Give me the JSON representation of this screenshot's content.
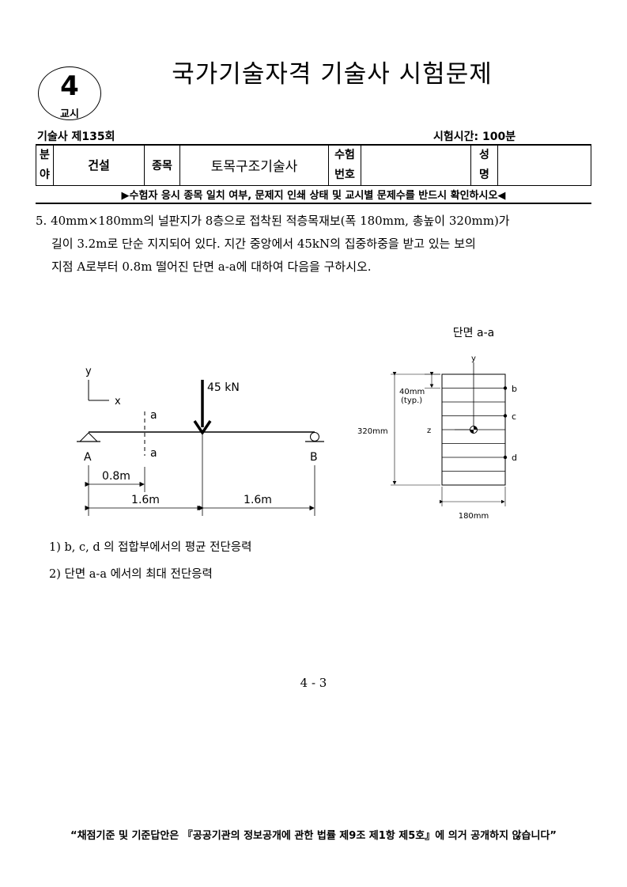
{
  "header": {
    "period_number": "4",
    "period_label": "교시",
    "title": "국가기술자격 기술사 시험문제",
    "exam_round": "기술사   제135회",
    "exam_time": "시험시간: 100분"
  },
  "info_table": {
    "field_label_1": "분",
    "field_label_2": "야",
    "field_value": "건설",
    "category_label": "종목",
    "category_value": "토목구조기술사",
    "examno_label_1": "수험",
    "examno_label_2": "번호",
    "examno_value": "",
    "name_label_1": "성",
    "name_label_2": "명",
    "name_value": ""
  },
  "notice": "▶수험자 응시 종목 일치 여부, 문제지 인쇄 상태 및 교시별 문제수를 반드시 확인하시오◀",
  "question": {
    "line1": "5. 40mm×180mm의 널판지가 8층으로 접착된 적층목재보(폭 180mm, 총높이 320mm)가",
    "line2": "길이 3.2m로 단순 지지되어 있다. 지간 중앙에서 45kN의 집중하중을 받고 있는 보의",
    "line3": "지점 A로부터 0.8m 떨어진 단면 a-a에 대하여 다음을 구하시오."
  },
  "figure": {
    "section_title": "단면 a-a",
    "load_label": "45 kN",
    "axis_y": "y",
    "axis_x": "x",
    "section_mark": "a",
    "support_a": "A",
    "support_b": "B",
    "dim_08": "0.8m",
    "dim_16_left": "1.6m",
    "dim_16_right": "1.6m",
    "sec_axis_y": "y",
    "sec_axis_z": "z",
    "ply_dim_1": "40mm",
    "ply_dim_2": "(typ.)",
    "height_dim": "320mm",
    "width_dim": "180mm",
    "pt_b": "b",
    "pt_c": "c",
    "pt_d": "d"
  },
  "sub_questions": [
    "1) b, c, d 의 접합부에서의 평균 전단응력",
    "2) 단면 a-a 에서의 최대 전단응력"
  ],
  "page_number": "4 - 3",
  "footer": "“채점기준 및 기준답안은 『공공기관의 정보공개에 관한 법률 제9조 제1항 제5호』에 의거 공개하지 않습니다”"
}
